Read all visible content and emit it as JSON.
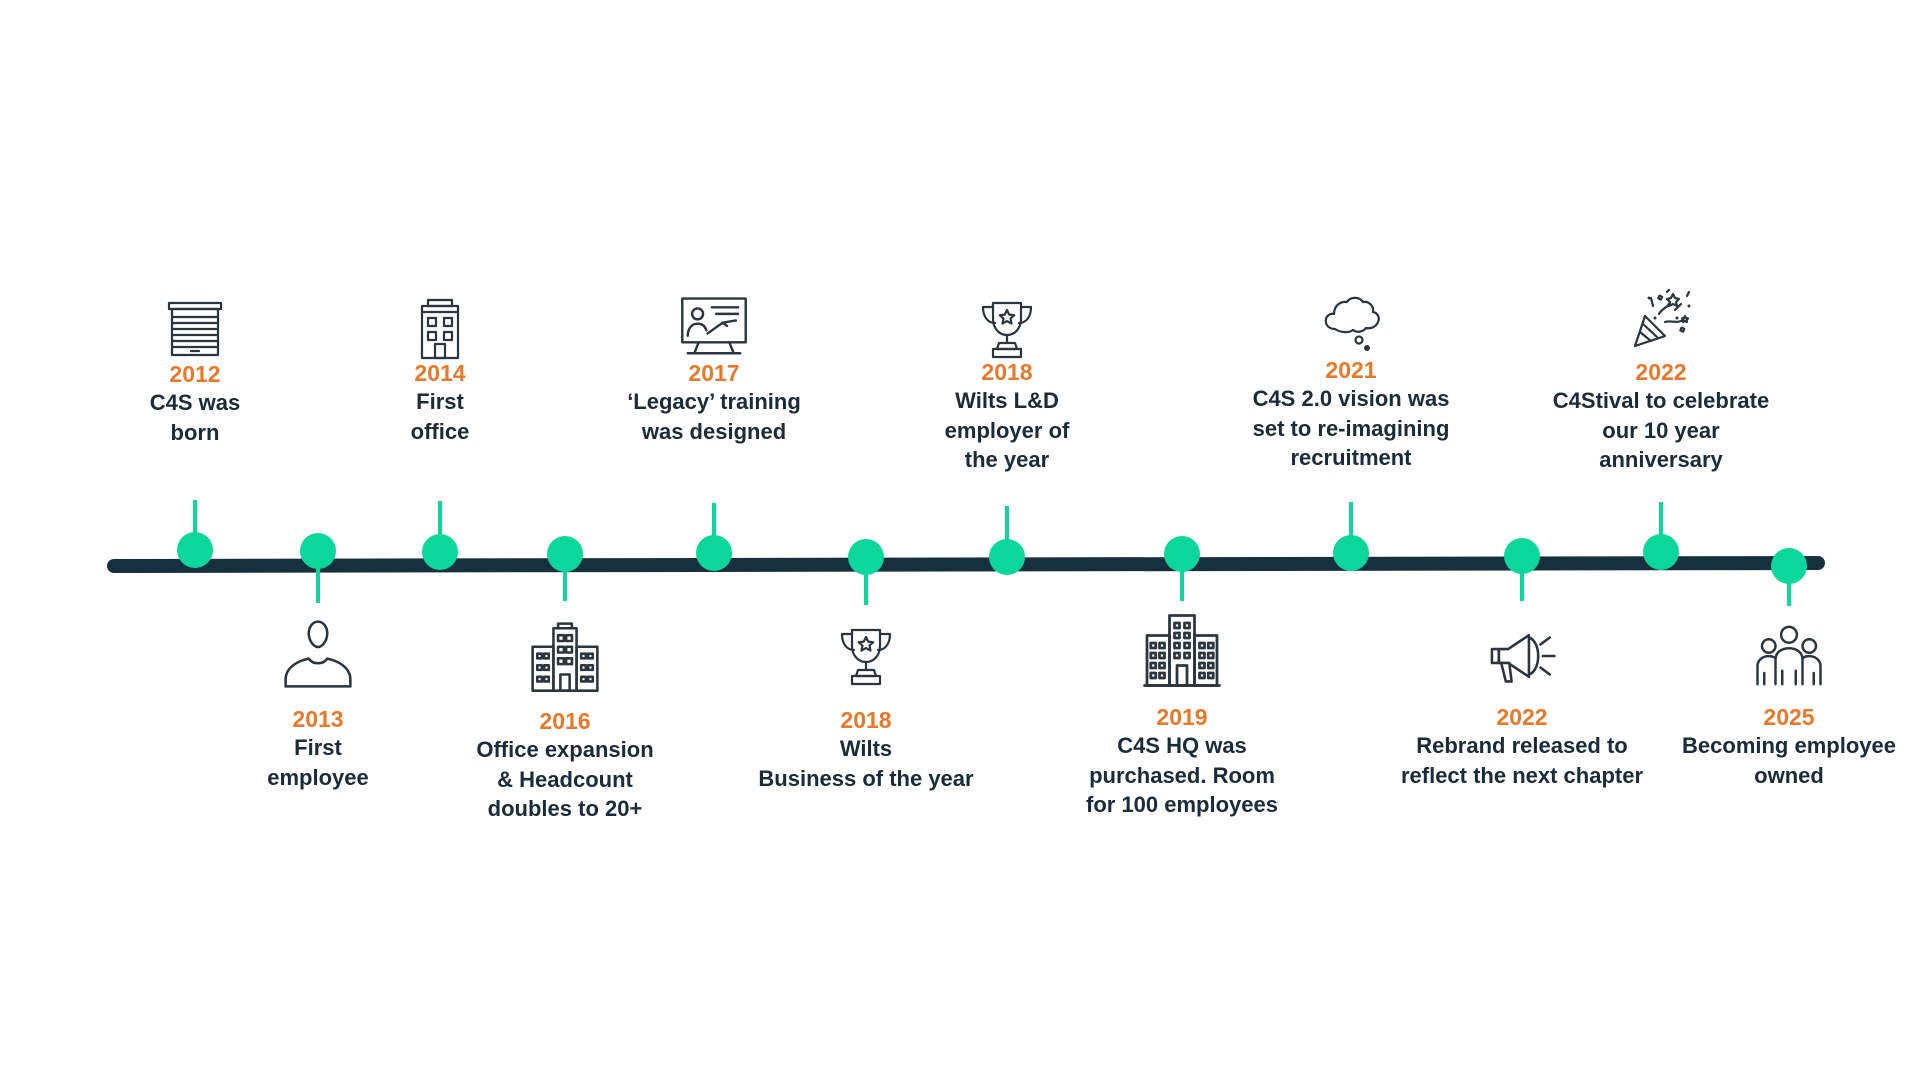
{
  "colors": {
    "line": "#17303f",
    "accent": "#0bd69b",
    "year": "#e8782a",
    "text": "#1a2b3a",
    "icon": "#2b3540"
  },
  "events": [
    {
      "year": "2012",
      "lines": [
        "C4S was",
        "born"
      ],
      "icon": "garage-door-icon",
      "position": "above"
    },
    {
      "year": "2013",
      "lines": [
        "First",
        "employee"
      ],
      "icon": "person-icon",
      "position": "below"
    },
    {
      "year": "2014",
      "lines": [
        "First",
        "office"
      ],
      "icon": "office-building-icon",
      "position": "above"
    },
    {
      "year": "2016",
      "lines": [
        "Office expansion",
        "& Headcount",
        "doubles to 20+"
      ],
      "icon": "office-complex-icon",
      "position": "below"
    },
    {
      "year": "2017",
      "lines": [
        "‘Legacy’ training",
        "was designed"
      ],
      "icon": "presentation-board-icon",
      "position": "above"
    },
    {
      "year": "2018",
      "lines": [
        "Wilts",
        "Business of the year"
      ],
      "icon": "trophy-icon",
      "position": "below"
    },
    {
      "year": "2018",
      "lines": [
        "Wilts L&D",
        "employer of",
        "the year"
      ],
      "icon": "trophy-icon",
      "position": "above"
    },
    {
      "year": "2019",
      "lines": [
        "C4S HQ was",
        "purchased. Room",
        "for 100 employees"
      ],
      "icon": "headquarters-building-icon",
      "position": "below"
    },
    {
      "year": "2021",
      "lines": [
        "C4S 2.0 vision was",
        "set to re-imagining",
        "recruitment"
      ],
      "icon": "thought-cloud-icon",
      "position": "above"
    },
    {
      "year": "2022",
      "lines": [
        "Rebrand released to",
        "reflect the next chapter"
      ],
      "icon": "megaphone-icon",
      "position": "below"
    },
    {
      "year": "2022",
      "lines": [
        "C4Stival to celebrate",
        "our 10 year",
        "anniversary"
      ],
      "icon": "party-popper-icon",
      "position": "above"
    },
    {
      "year": "2025",
      "lines": [
        "Becoming employee",
        "owned"
      ],
      "icon": "team-group-icon",
      "position": "below"
    }
  ]
}
